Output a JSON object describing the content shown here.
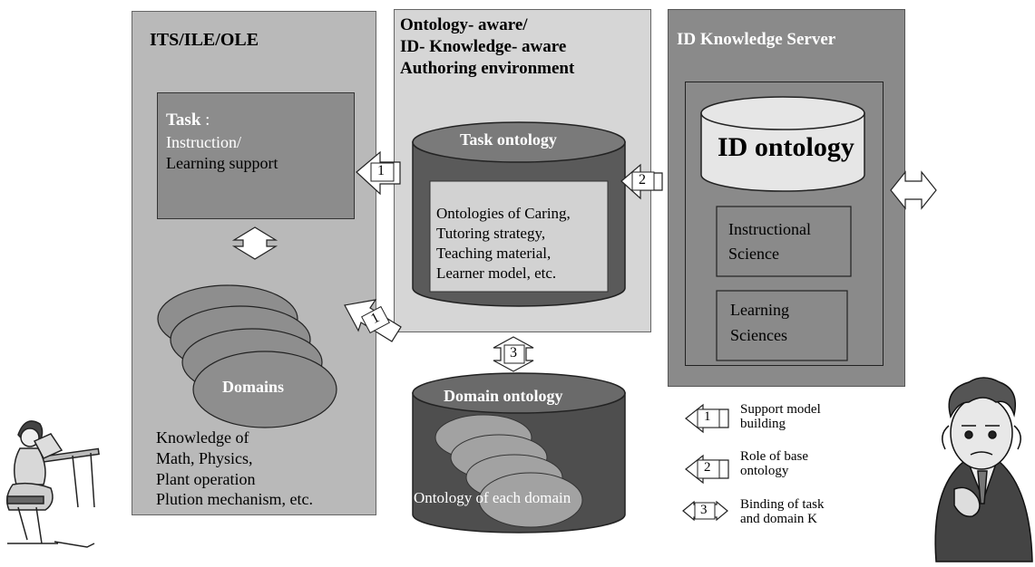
{
  "its": {
    "title": "ITS/ILE/OLE",
    "task_head": "Task",
    "task_colon": ":",
    "task_lines": [
      "Instruction/",
      "Learning support"
    ],
    "domains_label": "Domains",
    "knowledge_lines": [
      "Knowledge of",
      "Math, Physics,",
      "Plant operation",
      "Plution mechanism, etc."
    ]
  },
  "authoring": {
    "title_lines": [
      "Ontology- aware/",
      "ID- Knowledge- aware",
      "Authoring environment"
    ],
    "task_ontology_label": "Task ontology",
    "ontology_lines": [
      "Ontologies of Caring,",
      "Tutoring strategy,",
      "Teaching material,",
      "Learner model, etc."
    ]
  },
  "server": {
    "title": "ID Knowledge Server",
    "id_ontology_label": "ID ontology",
    "instructional_lines": [
      "Instructional",
      "Science"
    ],
    "learning_lines": [
      "Learning",
      "Sciences"
    ]
  },
  "domain_ontology": {
    "label": "Domain ontology",
    "each_label": "Ontology of each domain"
  },
  "arrows": {
    "a1_top": "1",
    "a1_bottom": "1",
    "a2": "2",
    "a3": "3"
  },
  "legend": [
    {
      "num": "1",
      "lines": [
        "Support model",
        "building"
      ]
    },
    {
      "num": "2",
      "lines": [
        "Role of base",
        "ontology"
      ]
    },
    {
      "num": "3",
      "lines": [
        "Binding of task",
        "and domain K"
      ]
    }
  ]
}
